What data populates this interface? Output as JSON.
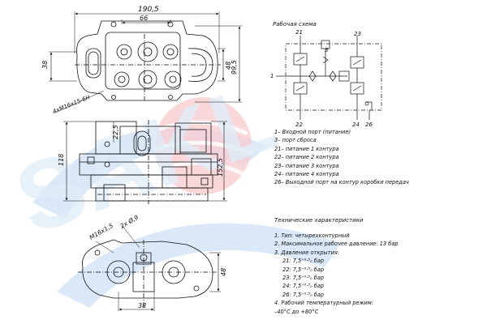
{
  "watermark": {
    "text": "SAKL",
    "colors": {
      "blue": "#2f7fd0",
      "red": "#e8323c"
    }
  },
  "top_view": {
    "dims": [
      "190,5",
      "66",
      "38",
      "48",
      "99,5"
    ],
    "thread": "4хM16х15-6H"
  },
  "front_view": {
    "dims": [
      "22,5",
      "118",
      "152,5"
    ]
  },
  "bottom_view": {
    "dims": [
      "2х Ø,9",
      "M16х1,5",
      "48",
      "38"
    ]
  },
  "schematic": {
    "title": "Рабочая схема",
    "ports": [
      "21",
      "23",
      "3",
      "1",
      "22",
      "24",
      "26"
    ]
  },
  "port_list": [
    "1– Входной порт (питание)",
    "3– порт сброса",
    "21– питание 1 контура",
    "22– питание 2 контура",
    "23– питание 3 контура",
    "24– питание 4 контура",
    "26– Выходной порт на контур коробки передач"
  ],
  "tech": {
    "title": "Технические характеристики",
    "items": [
      "1. Тип: четырехконтурный",
      "2. Максимальное рабочее давление: 13 бар",
      "3. Давление открытия:",
      "21: 7,5⁺⁰·⁵₀ бар",
      "22: 7,5⁺⁰·⁵₀ бар",
      "23: 7,5⁺⁰·⁵₀ бар",
      "24: 7,5⁺⁰·⁵₀ бар",
      "26: 7,5⁺⁰·⁵₀ бар",
      "4. Рабочий температурный режим:",
      "–40°С до +80°С"
    ]
  }
}
